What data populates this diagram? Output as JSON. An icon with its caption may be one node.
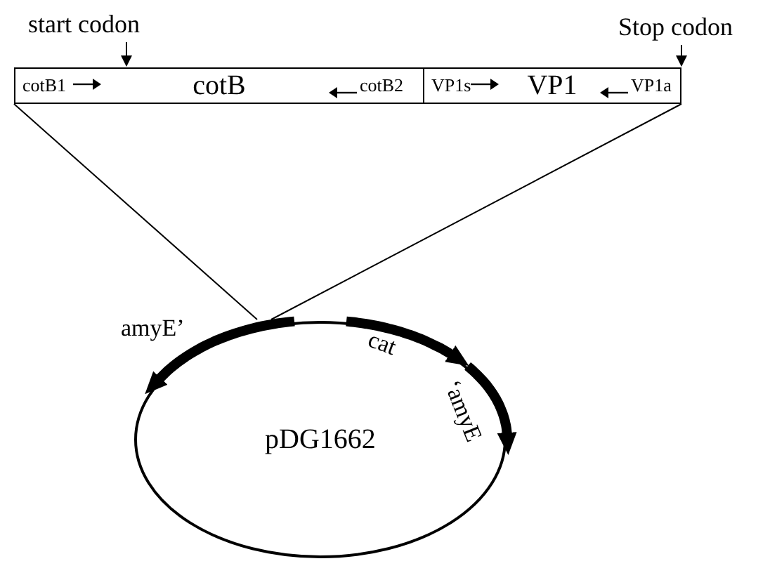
{
  "diagram": {
    "nodes": [
      {
        "text": [
          "cotB"
        ]
      },
      {
        "text": [
          "VP1"
        ]
      },
      {
        "text": [
          "pDG1662"
        ]
      },
      {
        "text": [
          "start codon"
        ]
      },
      {
        "text": [
          "Stop codon"
        ]
      }
    ],
    "edges": [
      {
        "from": 3,
        "to": 0,
        "arrow": "to"
      },
      {
        "from": 4,
        "to": 1,
        "arrow": "to"
      },
      {
        "from": 0,
        "to": 2,
        "arrow": "none"
      },
      {
        "from": 1,
        "to": 2,
        "arrow": "none"
      }
    ],
    "labels": [
      "cotB1",
      "cotB2",
      "VP1s",
      "VP1a",
      "amyE’",
      "cat",
      "‘amyE"
    ]
  }
}
